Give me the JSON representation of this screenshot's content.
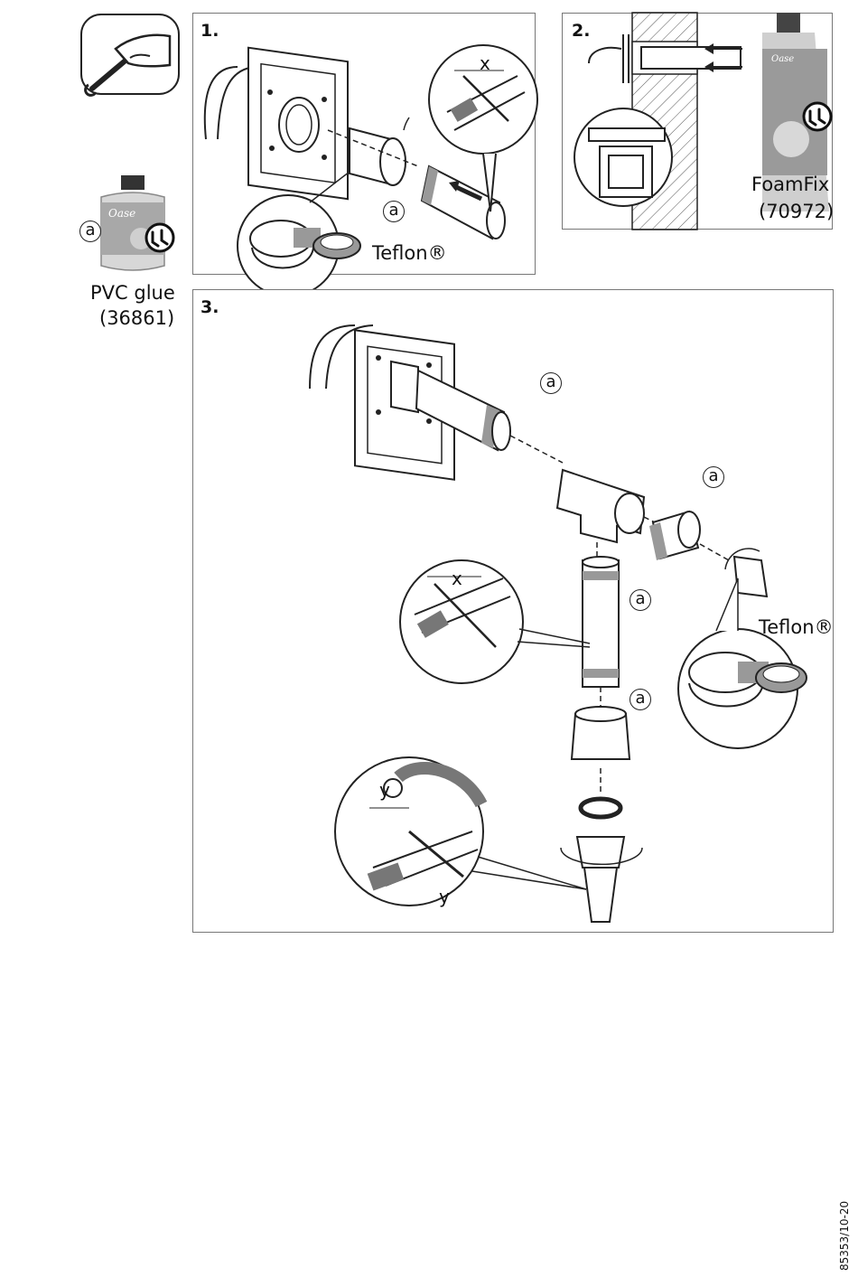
{
  "side": {
    "glue_callout": "a",
    "glue_name": "PVC glue",
    "glue_number": "(36861)"
  },
  "step1": {
    "number": "1.",
    "x_label": "x",
    "a_label": "a",
    "teflon_label": "Teflon®"
  },
  "step2": {
    "number": "2.",
    "foam_name": "FoamFix",
    "foam_number": "(70972)"
  },
  "step3": {
    "number": "3.",
    "callouts": [
      "a",
      "a",
      "a",
      "a"
    ],
    "x_label": "x",
    "teflon_label": "Teflon®",
    "y_label_top": "y",
    "y_label_bottom": "y"
  },
  "doc_number": "85353/10-20",
  "colors": {
    "line": "#222222",
    "gray_band": "#999999",
    "panel_border": "#777777"
  },
  "icons": [
    "wrench-hand-icon",
    "glue-can-icon",
    "foam-can-icon",
    "gloves-icon",
    "spirit-level-icon",
    "rotate-arrow-icon",
    "saw-icon"
  ]
}
